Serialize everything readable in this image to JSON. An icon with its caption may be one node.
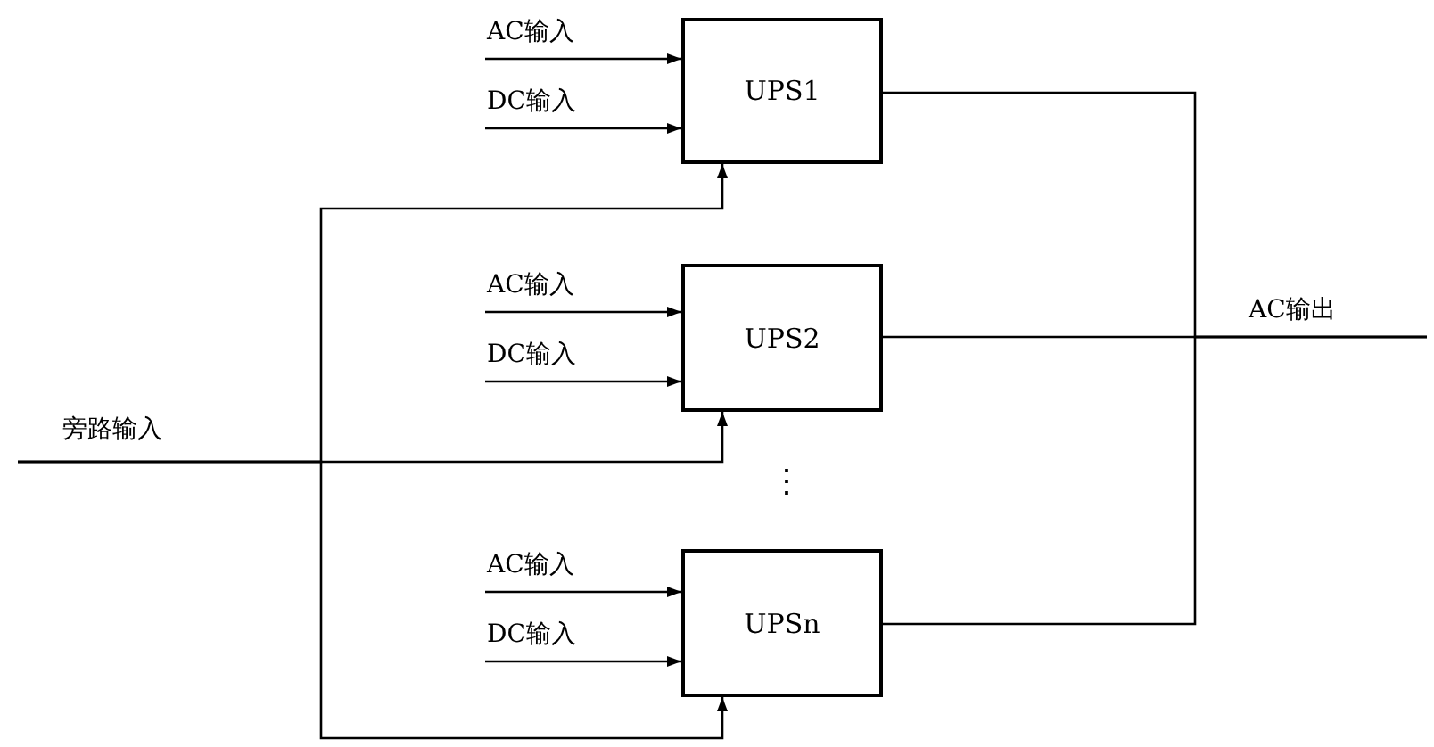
{
  "diagram": {
    "nodes": [
      {
        "text": [
          "UPS1"
        ]
      },
      {
        "text": [
          "UPS2"
        ]
      },
      {
        "text": [
          "UPSn"
        ]
      }
    ],
    "edges": [
      {
        "from": null,
        "to": 0,
        "arrow": "to",
        "label": "AC输入"
      },
      {
        "from": null,
        "to": 0,
        "arrow": "to",
        "label": "DC输入"
      },
      {
        "from": null,
        "to": 1,
        "arrow": "to",
        "label": "AC输入"
      },
      {
        "from": null,
        "to": 1,
        "arrow": "to",
        "label": "DC输入"
      },
      {
        "from": null,
        "to": 2,
        "arrow": "to",
        "label": "AC输入"
      },
      {
        "from": null,
        "to": 2,
        "arrow": "to",
        "label": "DC输入"
      },
      {
        "from": null,
        "to": 0,
        "arrow": "to"
      },
      {
        "from": null,
        "to": 1,
        "arrow": "to",
        "label": "旁路输入"
      },
      {
        "from": null,
        "to": 2,
        "arrow": "to"
      },
      {
        "from": 0,
        "to": null,
        "arrow": "none"
      },
      {
        "from": 1,
        "to": null,
        "arrow": "none",
        "label": "AC输出"
      },
      {
        "from": 2,
        "to": null,
        "arrow": "none"
      }
    ],
    "labels": [
      "⋮"
    ]
  }
}
